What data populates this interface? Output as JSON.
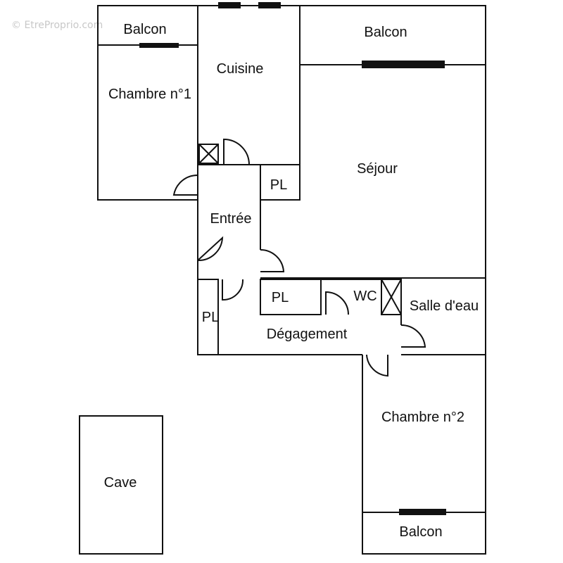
{
  "watermark": "© EtreProprio.com",
  "rooms": {
    "balcon_top_left": "Balcon",
    "chambre_1": "Chambre n°1",
    "cuisine": "Cuisine",
    "balcon_top_right": "Balcon",
    "sejour": "Séjour",
    "pl_kitchen": "PL",
    "entree": "Entrée",
    "pl_corridor": "PL",
    "wc": "WC",
    "salle_deau": "Salle d'eau",
    "pl_left": "PL",
    "degagement": "Dégagement",
    "chambre_2": "Chambre n°2",
    "balcon_bottom": "Balcon",
    "cave": "Cave"
  },
  "colors": {
    "wall": "#111111",
    "background": "#ffffff",
    "watermark": "#c8c8c8"
  }
}
